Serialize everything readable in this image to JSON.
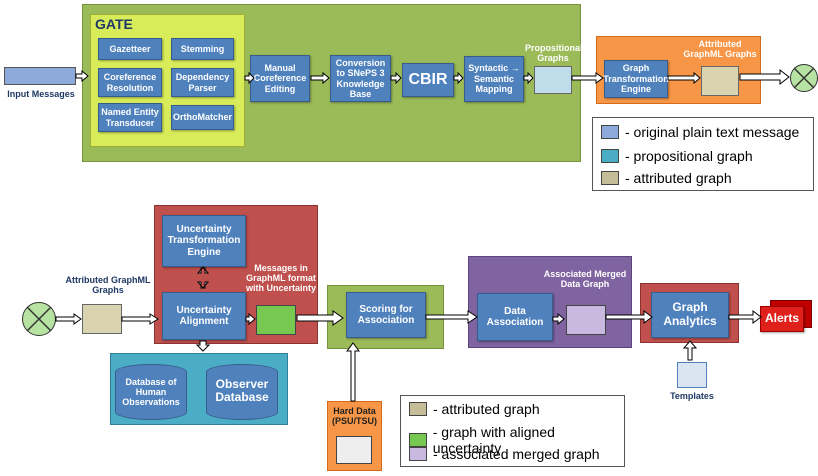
{
  "top": {
    "input_label": "Input Messages",
    "gate_title": "GATE",
    "gate_modules": [
      "Gazetteer",
      "Stemming",
      "Coreference Resolution",
      "Dependency Parser",
      "Named Entity Transducer",
      "OrthoMatcher"
    ],
    "manual_coref": "Manual Coreference Editing",
    "conversion": "Conversion to SNePS 3 Knowledge Base",
    "cbir": "CBIR",
    "syntactic": "Syntactic → Semantic Mapping",
    "prop_graphs": "Propositional Graphs",
    "attributed_graphs": "Attributed GraphML Graphs",
    "graph_transform": "Graph Transformation Engine"
  },
  "legend_top": {
    "items": [
      "- original plain text message",
      "- propositional graph",
      "- attributed graph"
    ]
  },
  "bottom": {
    "attributed_label": "Attributed GraphML Graphs",
    "uncertainty_engine": "Uncertainty Transformation Engine",
    "uncertainty_alignment": "Uncertainty Alignment",
    "messages_graphml": "Messages in GraphML format with Uncertainty",
    "db_human": "Database of Human Observations",
    "observer_db": "Observer Database",
    "scoring": "Scoring for Association",
    "hard_data": "Hard Data (PSU/TSU)",
    "data_association": "Data Association",
    "assoc_merged": "Associated Merged Data Graph",
    "graph_analytics": "Graph Analytics",
    "alerts": "Alerts",
    "templates": "Templates"
  },
  "legend_bottom": {
    "items": [
      "- attributed graph",
      "- graph with aligned uncertainty",
      "- associated merged graph"
    ]
  },
  "colors": {
    "box_blue": "#4f81bd",
    "gate_green": "#9bbb59",
    "gate_inner": "#d8ec5a",
    "orange": "#f79646",
    "red": "#c0504d",
    "purple": "#8064a2",
    "teal": "#4bacc6",
    "alerts_red": "#e0201b"
  }
}
